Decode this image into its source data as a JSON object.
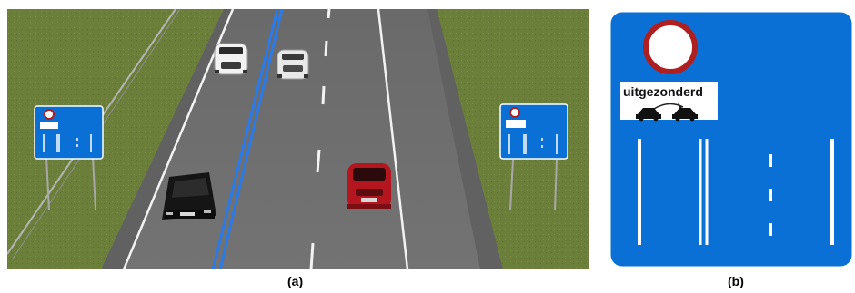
{
  "figure": {
    "panel_a_label": "(a)",
    "panel_b_label": "(b)"
  },
  "sign": {
    "exception_text": "uitgezonderd"
  },
  "colors": {
    "sign_blue": "#0a70d6",
    "grass": "#6b7f3a",
    "asphalt": "#6e6e6e",
    "lane_blue": "#2a7ae8",
    "prohibition_red": "#b01f1f",
    "car_red": "#b3161f",
    "car_black": "#151515",
    "car_white": "#f2f2f2"
  }
}
